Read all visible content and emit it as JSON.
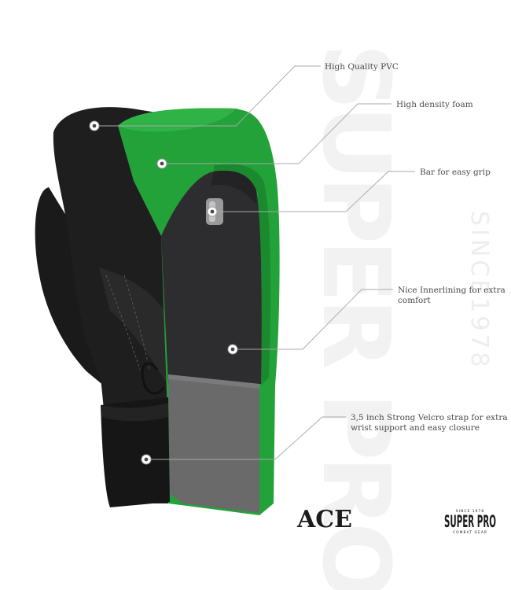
{
  "watermark": {
    "main": "SUPER PRO",
    "since": "SINCE1978"
  },
  "callouts": [
    {
      "id": "pvc",
      "label_lines": [
        "High Quality PVC"
      ]
    },
    {
      "id": "foam",
      "label_lines": [
        "High density foam"
      ]
    },
    {
      "id": "grip",
      "label_lines": [
        "Bar for easy grip"
      ]
    },
    {
      "id": "lining",
      "label_lines": [
        "Nice Innerlining for extra",
        "comfort"
      ]
    },
    {
      "id": "velcro",
      "label_lines": [
        "3,5 inch Strong Velcro strap for extra",
        "wrist support and easy closure"
      ]
    }
  ],
  "product_name": "ACE",
  "brand": {
    "name": "SUPER PRO",
    "top_line": "SINCE 1978",
    "bottom_line": "COMBAT GEAR"
  },
  "colors": {
    "glove_black": "#1e1e1e",
    "foam_green": "#23a23a",
    "foam_green_dark": "#1b8a2f",
    "lining_dark": "#2d2d2f",
    "strap_grey": "#6a6a6a"
  }
}
